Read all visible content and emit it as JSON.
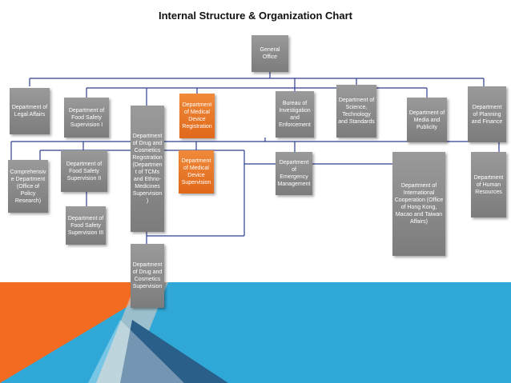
{
  "title": "Internal Structure & Organization Chart",
  "colors": {
    "box": "#8a8a8a",
    "highlight": "#ea7624",
    "connector": "#2f3f8f",
    "accent_orange": "#f26b21",
    "accent_blue": "#2fa8d8",
    "accent_dark": "#2a5f8a"
  },
  "boxes": {
    "general_office": "General Office",
    "legal_affairs": "Department of Legal Affairs",
    "food_safety_supervision": "Department of Food Safety Supervision I",
    "drug_cosmetics_registration": "Department of Drug and Cosmetics Registration (Department of TCMs and Ethno-Medicines Supervision)",
    "medical_device_registration": "Department of Medical Device Registration",
    "bureau_investigation": "Bureau of Investigation and Enforcement",
    "science_technology": "Department of Science, Technology and Standards",
    "media_publicity": "Department of Media and Publicity",
    "planning_finance": "Department of Planning and Finance",
    "comprehensive": "Comprehensive Department (Office of Policy Research)",
    "food_safety_ii": "Department of Food Safety Supervision II",
    "medical_device_supervision": "Department of Medical Device Supervision",
    "emergency_management": "Department of Emergency Management",
    "international_cooperation": "Department of International Cooperation (Office of Hong Kong, Macao and Taiwan Affairs)",
    "human_resources": "Department of Human Resources",
    "food_safety_iii": "Department of Food Safety Supervision III",
    "drug_cosmetics_supervision": "Department of Drug and Cosmetics Supervision"
  }
}
